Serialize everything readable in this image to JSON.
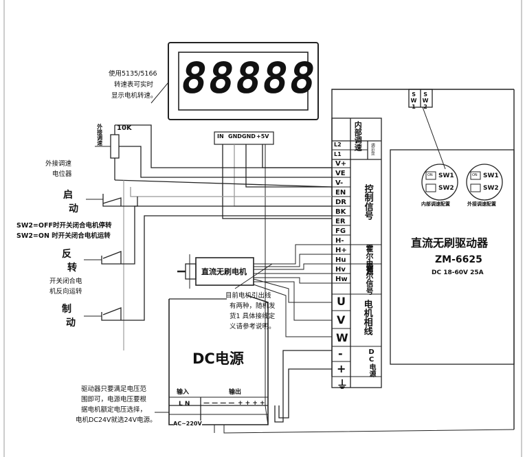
{
  "display": {
    "digits": "88888"
  },
  "tach_note": [
    "使用5135/5166",
    "转速表可实时",
    "显示电机转速。"
  ],
  "display_terminals": {
    "in": "IN",
    "gnd1": "GND",
    "gnd2": "GND",
    "v5": "+5V"
  },
  "potentiometer": {
    "value": "10K",
    "vertical_label": "外接调速",
    "caption": [
      "外接调速",
      "电位器"
    ]
  },
  "switches": {
    "start": [
      "启",
      "动"
    ],
    "reverse": [
      "反",
      "转"
    ],
    "brake": [
      "制",
      "动"
    ]
  },
  "sw2_notes": [
    "SW2=OFF时开关闭合电机停转",
    "SW2=ON 时开关闭合电机运转"
  ],
  "reverse_note": [
    "开关闭合电",
    "机反向运转"
  ],
  "motor": {
    "label": "直流无刷电机"
  },
  "motor_note": [
    "目前电机引出线",
    "有两种，随机发",
    "货1 具体接线定",
    "义请参考说明。"
  ],
  "power": {
    "title": "DC电源",
    "input_label": "输入",
    "input_pins": "L N",
    "output_label": "输出",
    "output_minus": "— — — —",
    "output_plus": "+ + + +",
    "ac_label": "AC~220V"
  },
  "power_note": [
    "驱动器只要满足电压范",
    "围即可，电源电压要根",
    "据电机额定电压选择，",
    "电机DC24V就选24V电源。"
  ],
  "driver": {
    "title": "直流无刷驱动器",
    "model": "ZM-6625",
    "rating": "DC 18-60V 25A",
    "switch_labels": [
      "SW1",
      "SW2"
    ],
    "config_inner": {
      "sw1": "SW1",
      "sw2": "SW2",
      "on": "ON",
      "caption": "内部调速配置"
    },
    "config_outer": {
      "sw1": "SW1",
      "sw2": "SW2",
      "on": "ON",
      "caption": "外接调速配置"
    }
  },
  "terminals": {
    "l2": "L2",
    "l1": "L1",
    "control": [
      "V+",
      "VE",
      "V-",
      "EN",
      "DR",
      "BK",
      "ER",
      "FG"
    ],
    "hall": [
      "H-",
      "H+",
      "Hu",
      "Hv",
      "Hw"
    ],
    "phase": [
      "U",
      "V",
      "W"
    ],
    "dc": [
      "-",
      "+"
    ],
    "ground": "⏚"
  },
  "group_labels": {
    "internal_speed": "内部调速",
    "speed_display": "调示显",
    "control_signal": "控制信号",
    "hall_power": "霍尔电源",
    "hall_signal": "霍尔信号",
    "motor_phase": "电机相线",
    "dc_power": "DC电源"
  }
}
